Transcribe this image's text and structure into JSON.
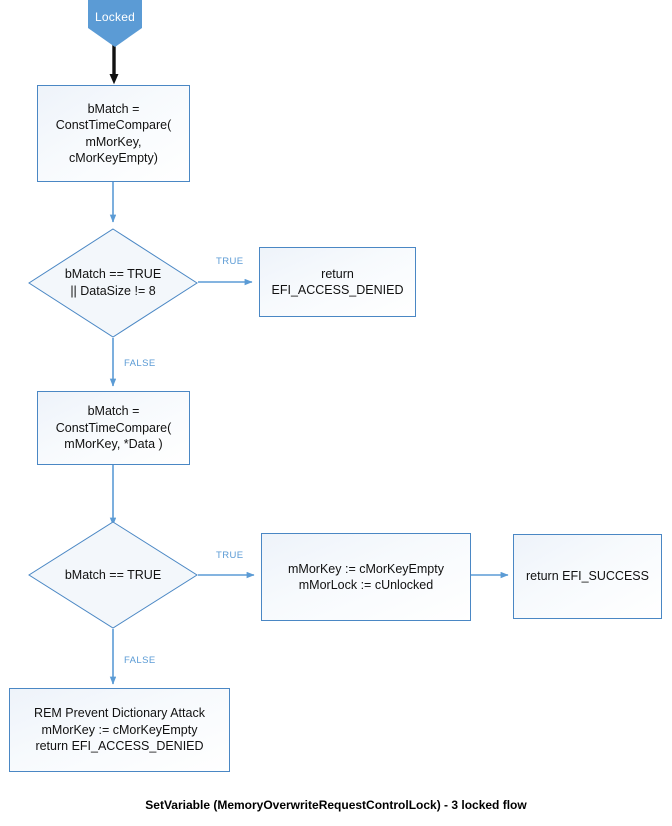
{
  "diagram": {
    "caption": "SetVariable (MemoryOverwriteRequestControlLock) - 3 locked flow",
    "colors": {
      "node_border": "#4a87c4",
      "node_fill": "#f2f6fb",
      "start_fill": "#5b9bd5",
      "edge": "#5b9bd5",
      "edge_label": "#5b9bd5",
      "first_arrow": "#000000",
      "text": "#111111"
    },
    "nodes": {
      "start": {
        "label": "Locked",
        "shape": "pentagon-down"
      },
      "proc_const_time_compare_empty": {
        "label": "bMatch =\nConstTimeCompare(\nmMorKey,\ncMorKeyEmpty)",
        "shape": "process"
      },
      "decision_match_or_datasize": {
        "label": "bMatch == TRUE\n|| DataSize != 8",
        "shape": "decision"
      },
      "return_access_denied": {
        "label": "return\nEFI_ACCESS_DENIED",
        "shape": "process"
      },
      "proc_const_time_compare_data": {
        "label": "bMatch =\nConstTimeCompare(\nmMorKey, *Data )",
        "shape": "process"
      },
      "decision_match_true": {
        "label": "bMatch == TRUE",
        "shape": "decision"
      },
      "proc_unlock": {
        "label": "mMorKey := cMorKeyEmpty\nmMorLock := cUnlocked",
        "shape": "process"
      },
      "return_success": {
        "label": "return EFI_SUCCESS",
        "shape": "process"
      },
      "proc_prevent_dictionary_attack": {
        "label": "REM Prevent Dictionary Attack\nmMorKey := cMorKeyEmpty\nreturn EFI_ACCESS_DENIED",
        "shape": "process"
      }
    },
    "edge_labels": {
      "d1_true": "TRUE",
      "d1_false": "FALSE",
      "d2_true": "TRUE",
      "d2_false": "FALSE"
    }
  }
}
